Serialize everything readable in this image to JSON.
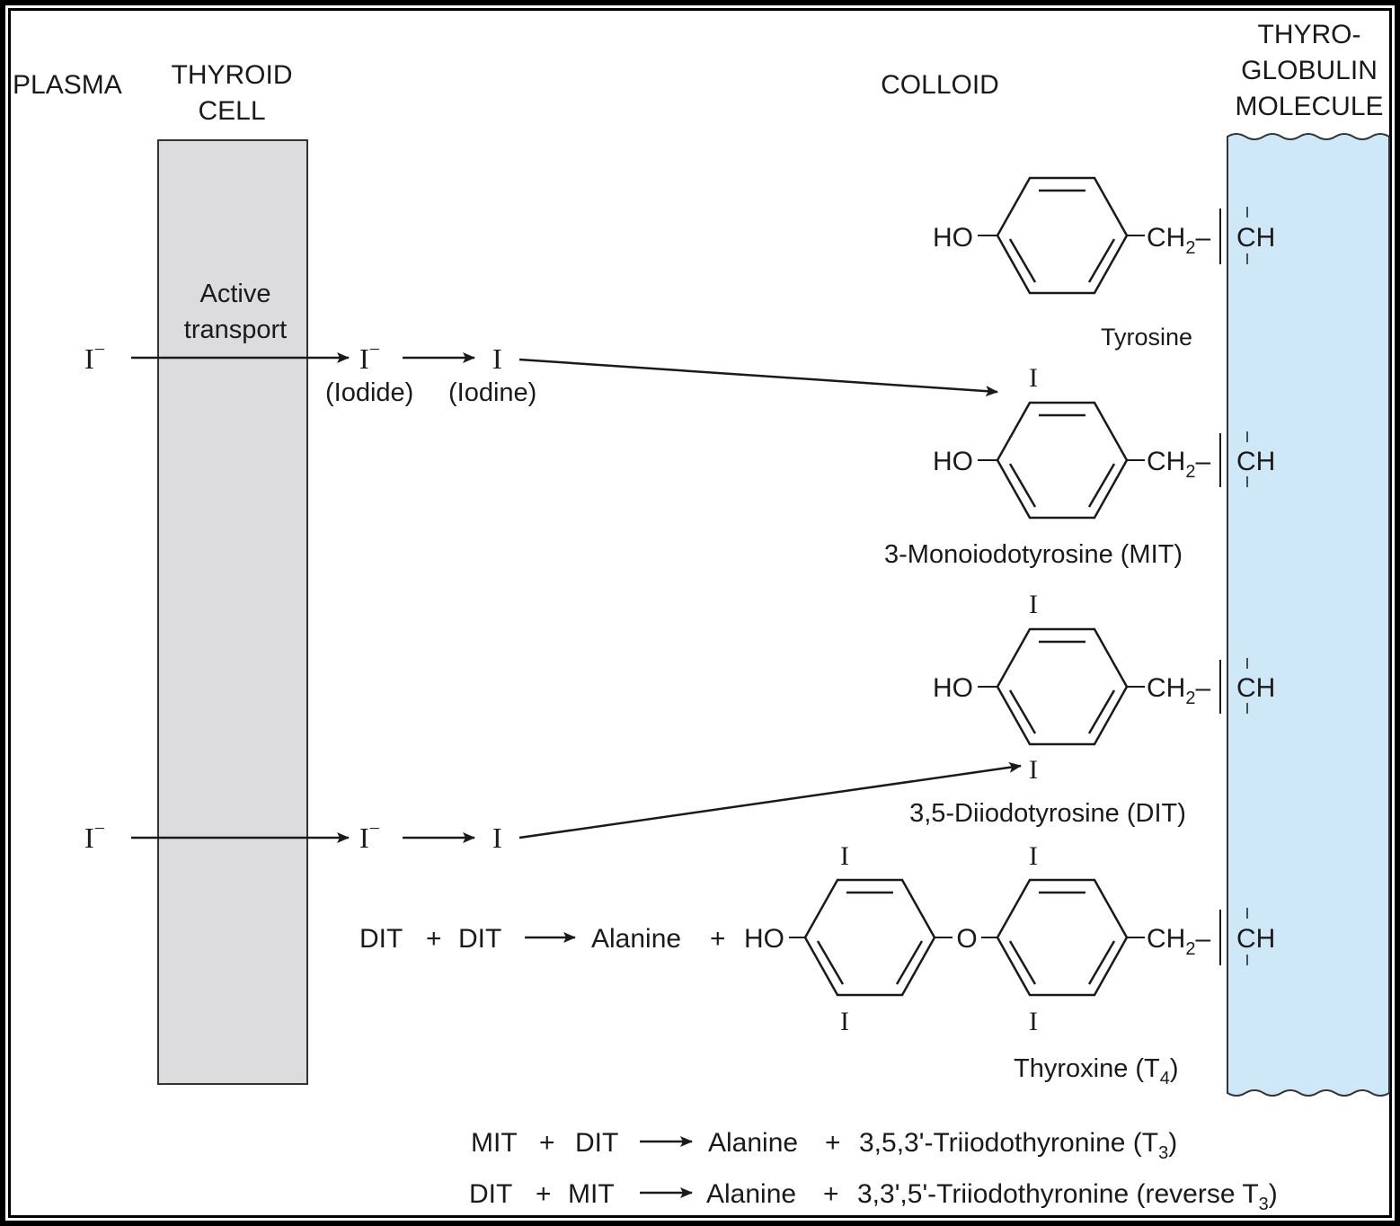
{
  "colors": {
    "thyroid_cell_fill": "#dcdcdf",
    "thyroglobulin_fill": "#cfe8f7",
    "ink": "#1a1a1a"
  },
  "headers": {
    "plasma": "PLASMA",
    "thyroid_cell_line1": "THYROID",
    "thyroid_cell_line2": "CELL",
    "colloid": "COLLOID",
    "thyroglobulin_line1": "THYRO-",
    "thyroglobulin_line2": "GLOBULIN",
    "thyroglobulin_line3": "MOLECULE"
  },
  "transport": {
    "line1": "Active",
    "line2": "transport",
    "iodide_ion": "I",
    "iodide_charge": "−",
    "iodine": "I",
    "iodide_caption": "(Iodide)",
    "iodine_caption": "(Iodine)"
  },
  "chem": {
    "ho": "HO",
    "ch2": "CH",
    "ch2_sub": "2",
    "dash": "–",
    "ch": "CH",
    "iodine": "I",
    "oxygen": "O"
  },
  "compounds": {
    "tyrosine": "Tyrosine",
    "mit": "3-Monoiodotyrosine (MIT)",
    "dit": "3,5-Diiodotyrosine (DIT)",
    "t4_name": "Thyroxine (T",
    "t4_sub": "4",
    "t4_close": ")"
  },
  "reactions": {
    "dit_dit": {
      "a": "DIT",
      "plus1": "+",
      "b": "DIT",
      "product": "Alanine",
      "plus2": "+"
    },
    "mit_dit": {
      "a": "MIT",
      "plus1": "+",
      "b": "DIT",
      "product": "Alanine",
      "plus2": "+",
      "result": "3,5,3'-Triiodothyronine (T",
      "sub": "3",
      "close": ")"
    },
    "dit_mit": {
      "a": "DIT",
      "plus1": "+",
      "b": "MIT",
      "product": "Alanine",
      "plus2": "+",
      "result": "3,3',5'-Triiodothyronine (reverse T",
      "sub": "3",
      "close": ")"
    }
  }
}
